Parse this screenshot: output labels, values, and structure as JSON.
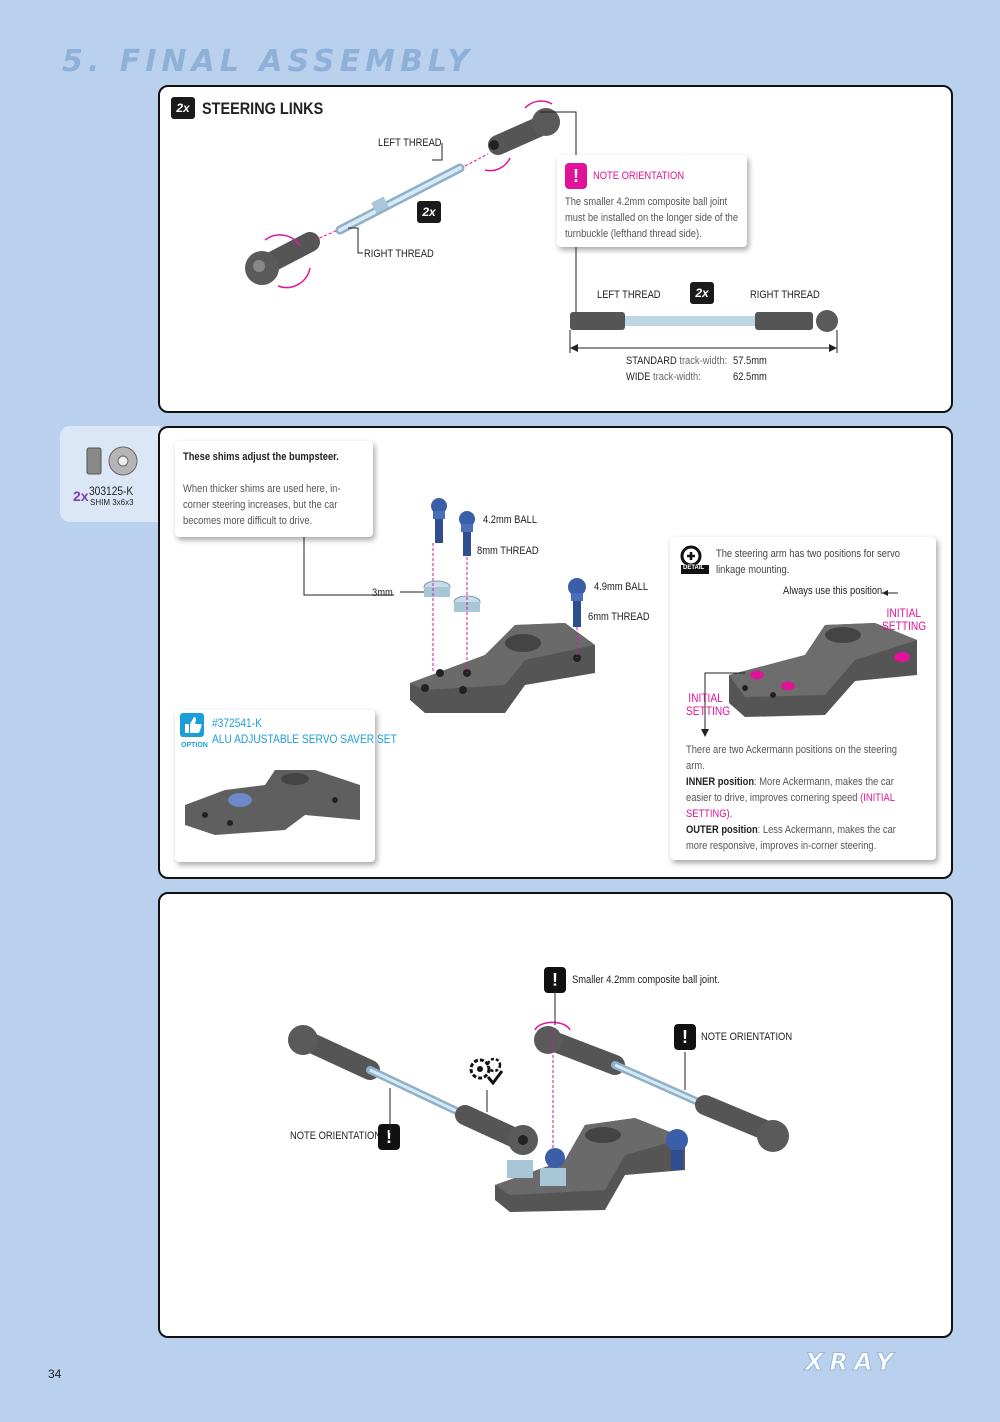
{
  "section_title": "5. FINAL ASSEMBLY",
  "panel1": {
    "qty": "2x",
    "title": "STEERING LINKS",
    "left_thread": "LEFT THREAD",
    "right_thread": "RIGHT THREAD",
    "qty_mid": "2x",
    "note": {
      "title": "NOTE ORIENTATION",
      "text": "The smaller 4.2mm composite ball joint must be installed on the longer side of the turnbuckle (lefthand thread side)."
    },
    "diagram": {
      "left_thread": "LEFT THREAD",
      "qty": "2x",
      "right_thread": "RIGHT THREAD",
      "standard_label": "STANDARD",
      "standard_suffix": "track-width:",
      "standard_value": "57.5mm",
      "wide_label": "WIDE",
      "wide_suffix": "track-width:",
      "wide_value": "62.5mm"
    }
  },
  "shim_tab": {
    "qty": "2x",
    "part": "303125-K",
    "desc": "SHIM 3x6x3"
  },
  "panel2": {
    "shim_note_title": "These shims adjust the bumpsteer.",
    "shim_note_text": "When thicker shims are used here, in-corner steering increases, but the car becomes more difficult to drive.",
    "ball1": "4.2mm BALL",
    "thread1": "8mm THREAD",
    "spacer": "3mm",
    "ball2": "4.9mm BALL",
    "thread2": "6mm THREAD",
    "option": {
      "label": "OPTION",
      "part": "#372541-K",
      "name": "ALU ADJUSTABLE SERVO SAVER SET"
    },
    "detail": {
      "label": "DETAIL",
      "text": "The steering arm has two positions for servo linkage mounting.",
      "always": "Always use this position",
      "initial1": "INITIAL SETTING",
      "initial2": "INITIAL SETTING",
      "ackermann": "There are two Ackermann positions on the steering arm.",
      "inner_label": "INNER position",
      "inner_text": ": More Ackermann, makes the car easier to drive, improves cornering speed ",
      "inner_tag": "(INITIAL SETTING).",
      "outer_label": "OUTER position",
      "outer_text": ": Less Ackermann, makes the car more responsive, improves in-corner steering."
    }
  },
  "panel3": {
    "smaller_note": "Smaller 4.2mm composite ball joint.",
    "note_right": "NOTE ORIENTATION",
    "note_left": "NOTE ORIENTATION"
  },
  "page_number": "34",
  "brand": "XRAY",
  "colors": {
    "background": "#b9d1ec",
    "accent": "#e0139a",
    "option_blue": "#1a9ed9"
  }
}
